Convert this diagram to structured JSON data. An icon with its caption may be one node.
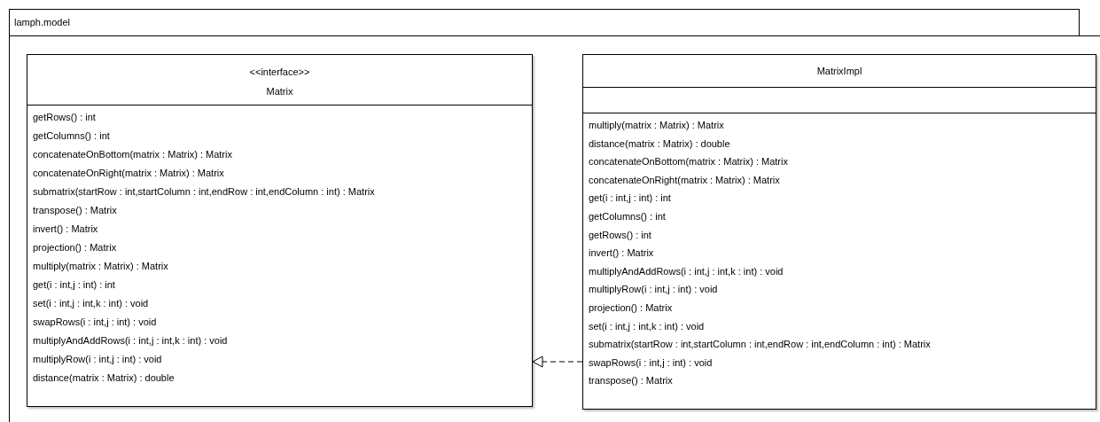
{
  "diagram": {
    "nodes": [
      {
        "text": [
          "lamph.model"
        ]
      },
      {
        "text": [
          "<<interface>>",
          "Matrix",
          "getRows() : int",
          "getColumns() : int",
          "concatenateOnBottom(matrix : Matrix) : Matrix",
          "concatenateOnRight(matrix : Matrix) : Matrix",
          "submatrix(startRow : int,startColumn : int,endRow : int,endColumn : int) : Matrix",
          "transpose() : Matrix",
          "invert() : Matrix",
          "projection() : Matrix",
          "multiply(matrix : Matrix) : Matrix",
          "get(i : int,j : int) : int",
          "set(i : int,j : int,k : int) : void",
          "swapRows(i : int,j : int) : void",
          "multiplyAndAddRows(i : int,j : int,k : int) : void",
          "multiplyRow(i : int,j : int) : void",
          "distance(matrix : Matrix) : double"
        ],
        "in": 0
      },
      {
        "text": [
          "MatrixImpl",
          "multiply(matrix : Matrix) : Matrix",
          "distance(matrix : Matrix) : double",
          "concatenateOnBottom(matrix : Matrix) : Matrix",
          "concatenateOnRight(matrix : Matrix) : Matrix",
          "get(i : int,j : int) : int",
          "getColumns() : int",
          "getRows() : int",
          "invert() : Matrix",
          "multiplyAndAddRows(i : int,j : int,k : int) : void",
          "multiplyRow(i : int,j : int) : void",
          "projection() : Matrix",
          "set(i : int,j : int,k : int) : void",
          "submatrix(startRow : int,startColumn : int,endRow : int,endColumn : int) : Matrix",
          "swapRows(i : int,j : int) : void",
          "transpose() : Matrix"
        ],
        "in": 0
      }
    ],
    "edges": [
      {
        "from": 2,
        "to": 1,
        "arrow": "to",
        "style": "dashed"
      }
    ]
  }
}
